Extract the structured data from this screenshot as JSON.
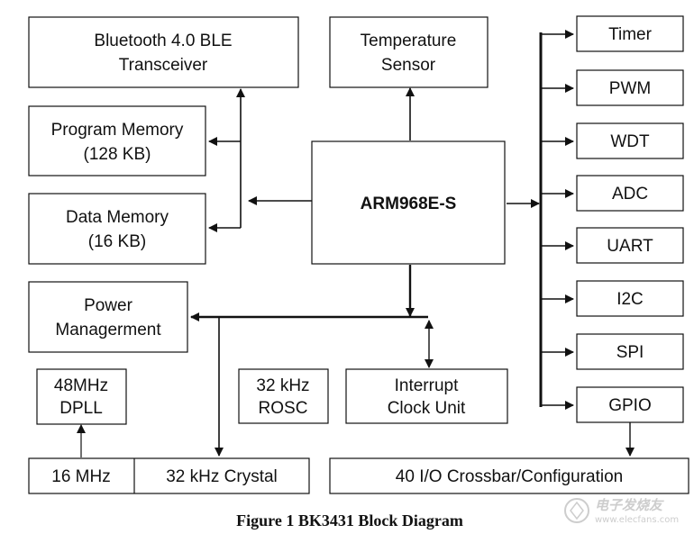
{
  "diagram": {
    "blocks": {
      "bluetooth": [
        "Bluetooth 4.0 BLE",
        "Transceiver"
      ],
      "temperature": [
        "Temperature",
        "Sensor"
      ],
      "program_memory": [
        "Program Memory",
        "(128 KB)"
      ],
      "data_memory": [
        "Data Memory",
        "(16 KB)"
      ],
      "cpu": "ARM968E-S",
      "power": [
        "Power",
        "Managerment"
      ],
      "dpll": [
        "48MHz",
        "DPLL"
      ],
      "rosc": [
        "32 kHz",
        "ROSC"
      ],
      "interrupt": [
        "Interrupt",
        "Clock Unit"
      ],
      "osc_16": "16 MHz",
      "crystal_32": "32 kHz Crystal",
      "crossbar": "40 I/O Crossbar/Configuration"
    },
    "peripherals": [
      "Timer",
      "PWM",
      "WDT",
      "ADC",
      "UART",
      "I2C",
      "SPI",
      "GPIO"
    ]
  },
  "caption": "Figure 1 BK3431 Block Diagram",
  "watermark": {
    "title": "电子发烧友",
    "url": "www.elecfans.com"
  },
  "colors": {
    "line": "#111111",
    "background": "#ffffff",
    "watermark": "#c8c8c8"
  }
}
